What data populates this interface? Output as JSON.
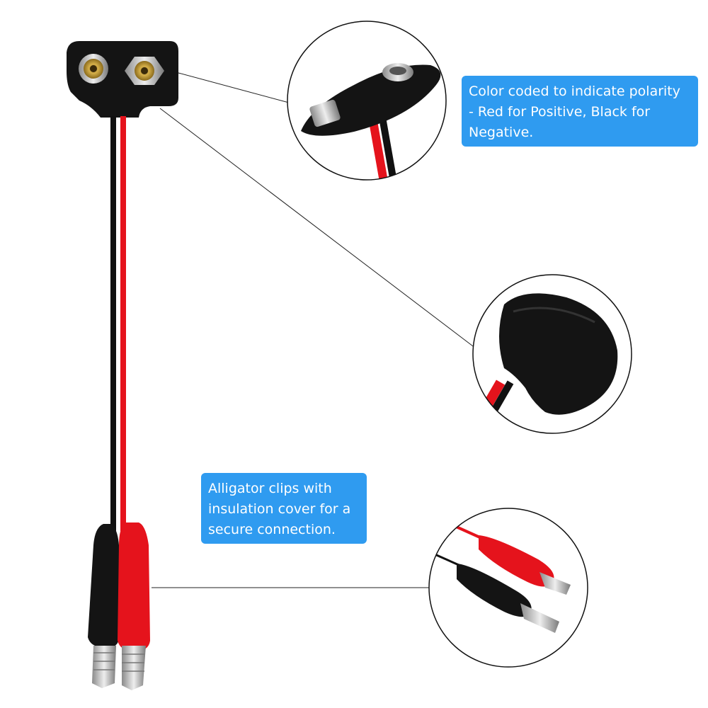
{
  "callouts": {
    "polarity": {
      "lines": [
        "Color coded to indicate polarity",
        "- Red for Positive, Black for",
        "Negative."
      ]
    },
    "clips": {
      "lines": [
        "Alligator clips with",
        "insulation cover for a",
        "secure connection."
      ]
    }
  },
  "colors": {
    "callout_bg": "#2f9bf0",
    "wire_red": "#e5131c",
    "wire_black": "#111111",
    "connector_black": "#141414",
    "terminal_gold": "#b8902a",
    "clip_metal": "#c9c9c9"
  }
}
